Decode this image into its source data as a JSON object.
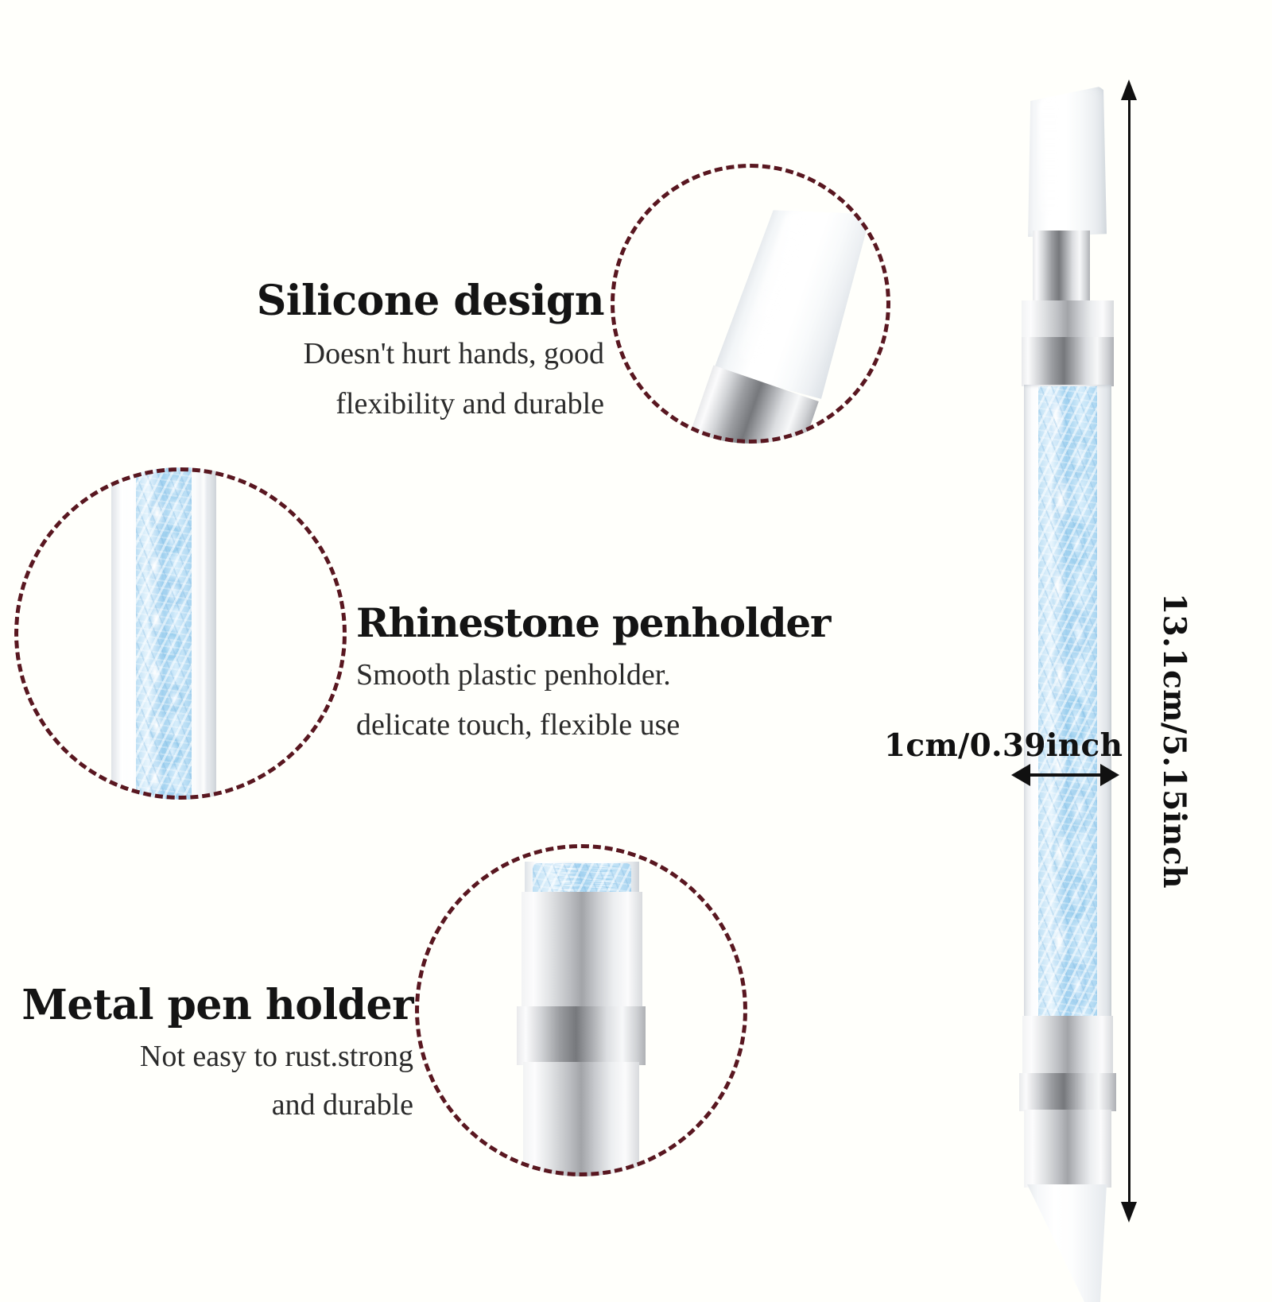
{
  "page": {
    "background_color": "#fffffb",
    "accent_dashed_circle_color": "#591720",
    "rhinestone_color": "#a9d5f0",
    "metal_color": "#9b9da1",
    "text_color": "#141414"
  },
  "features": [
    {
      "id": "silicone",
      "headline": "Silicone design",
      "subline": "Doesn't hurt hands, good\nflexibility and durable",
      "subline_line1": "Doesn't hurt hands, good",
      "subline_line2": "flexibility and durable",
      "callout_icon": "silicone-tip-closeup"
    },
    {
      "id": "rhinestone",
      "headline": "Rhinestone penholder",
      "subline_line1": "Smooth plastic penholder.",
      "subline_line2": "delicate touch, flexible use",
      "callout_icon": "rhinestone-barrel-closeup"
    },
    {
      "id": "metal",
      "headline": "Metal pen holder",
      "subline_line1": "Not easy to rust.strong",
      "subline_line2": "and durable",
      "callout_icon": "metal-holder-closeup"
    }
  ],
  "dimensions": {
    "length_label": "13.1cm/5.15inch",
    "width_label": "1cm/0.39inch"
  }
}
